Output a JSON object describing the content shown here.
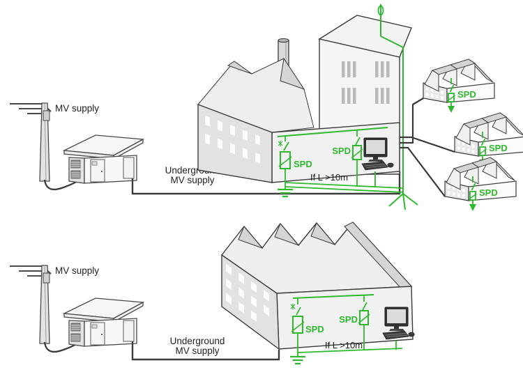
{
  "colors": {
    "accent_green": "#2eb82e",
    "line_dark": "#3c3c3c",
    "wall_light": "#f1f1f1",
    "wall_side": "#e2e2e2",
    "roof_slope": "#d5d5d5"
  },
  "top_scenario": {
    "mv_supply_label": "MV supply",
    "underground_label_line1": "Underground",
    "underground_label_line2": "MV supply",
    "incoming_spd_label": "SPD",
    "equipment_spd_label": "SPD",
    "distance_note": "If L >10m",
    "outbuildings": [
      {
        "spd_label": "SPD"
      },
      {
        "spd_label": "SPD"
      },
      {
        "spd_label": "SPD"
      }
    ]
  },
  "bottom_scenario": {
    "mv_supply_label": "MV supply",
    "underground_label_line1": "Underground",
    "underground_label_line2": "MV supply",
    "incoming_spd_label": "SPD",
    "equipment_spd_label": "SPD",
    "distance_note": "If L >10m"
  }
}
